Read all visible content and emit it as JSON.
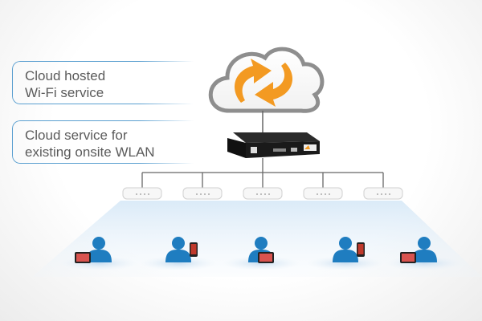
{
  "labels": [
    {
      "line1": "Cloud hosted",
      "line2": "Wi-Fi service"
    },
    {
      "line1": "Cloud service for",
      "line2": "existing onsite WLAN"
    }
  ],
  "colors": {
    "label_border": "#5a9fd0",
    "label_text": "#5b5b5b",
    "cloud_arrows": "#f39a22",
    "user_silhouette": "#1f7dc0",
    "beam": "#cfe4f5"
  },
  "icons": [
    "cloud-icon",
    "sync-arrows-icon",
    "controller-appliance-icon",
    "access-point-icon",
    "user-icon",
    "tablet-icon",
    "smartphone-icon"
  ]
}
